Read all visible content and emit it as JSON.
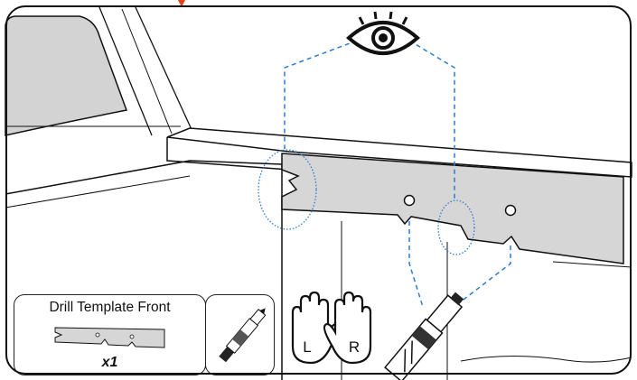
{
  "diagram": {
    "inset_template": {
      "title": "Drill Template Front",
      "quantity": "x1"
    },
    "hands": {
      "left_label": "L",
      "right_label": "R"
    },
    "colors": {
      "template_fill": "#d6d6d6",
      "sightline": "#2b7bd1",
      "outline": "#111111",
      "top_marker": "#e2441b"
    },
    "icons": [
      "eye-icon",
      "hand-left-icon",
      "hand-right-icon",
      "marker-pen-icon"
    ]
  }
}
